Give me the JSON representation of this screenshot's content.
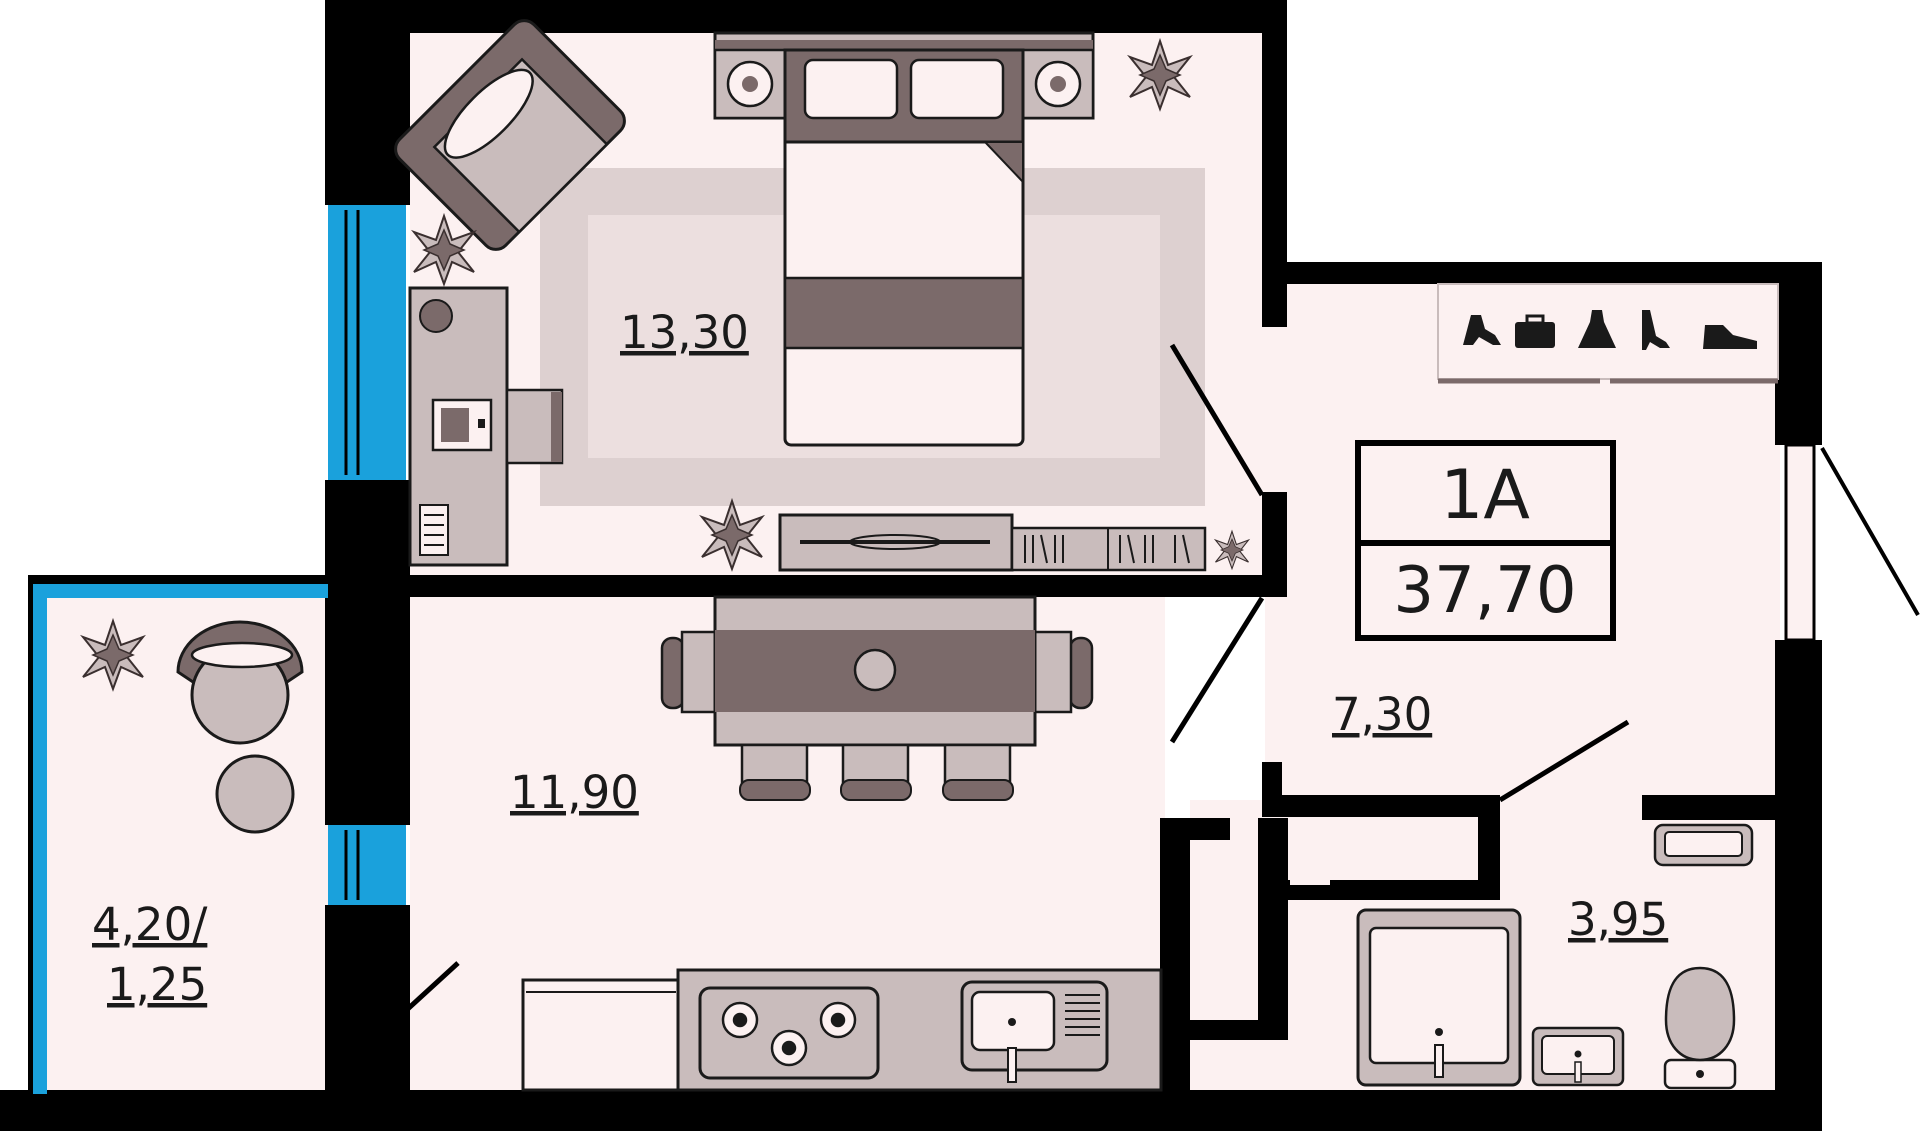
{
  "apartment": {
    "code": "1A",
    "total_area": "37,70"
  },
  "rooms": {
    "bedroom_area": "13,30",
    "kitchen_living_area": "11,90",
    "hallway_area": "7,30",
    "bathroom_area": "3,95",
    "balcony_area_line1": "4,20/",
    "balcony_area_line2": "1,25"
  },
  "colors": {
    "wall": "#000000",
    "floor": "#fcf1f1",
    "window": "#1aa1dc",
    "furniture_dark": "#7b6a6a",
    "furniture_light": "#c9bcbc",
    "rug": "#ddd0d0"
  }
}
